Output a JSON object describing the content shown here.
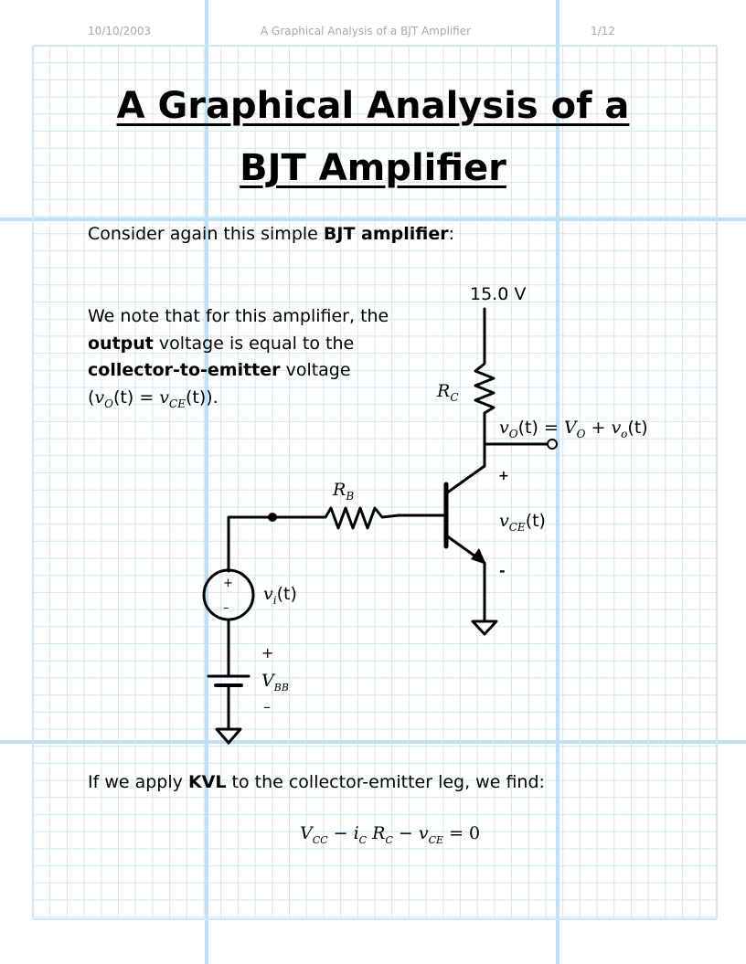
{
  "header": {
    "date": "10/10/2003",
    "doc_title": "A Graphical Analysis of a BJT Amplifier",
    "page": "1/12"
  },
  "title": {
    "line1": "A Graphical Analysis of a",
    "line2": "BJT Amplifier"
  },
  "intro": {
    "before": "Consider again this simple ",
    "bold": "BJT amplifier",
    "after": ":"
  },
  "note": {
    "line1": "We note that for this amplifier, the",
    "line2_bold": "output",
    "line2_rest": " voltage is equal to the",
    "line3_bold": "collector-to-emitter",
    "line3_rest": " voltage",
    "line4_open": "(",
    "line4_v": "v",
    "line4_vsub": "O",
    "line4_mid": "(t) = ",
    "line4_v2": "v",
    "line4_v2sub": "CE",
    "line4_close": "(t))."
  },
  "circuit": {
    "supply": "15.0 V",
    "rc": "R",
    "rc_sub": "C",
    "rb": "R",
    "rb_sub": "B",
    "vout_v": "v",
    "vout_sub": "O",
    "vout_eq": "(t) = ",
    "vout_V": "V",
    "vout_Vsub": "O",
    "vout_plus": " + ",
    "vout_v2": "v",
    "vout_v2sub": "o",
    "vout_t": "(t)",
    "vce_v": "v",
    "vce_sub": "CE",
    "vce_t": "(t)",
    "plus": "+",
    "minus": "-",
    "vi_v": "v",
    "vi_sub": "i",
    "vi_t": "(t)",
    "vbb_plus": "+",
    "vbb_V": "V",
    "vbb_sub": "BB",
    "vbb_minus": "–",
    "src_plus": "+",
    "src_minus": "–"
  },
  "kvl": {
    "before": "If we apply ",
    "bold": "KVL",
    "after": " to the collector-emitter leg, we find:"
  },
  "equation": {
    "vcc": "V",
    "vcc_sub": "CC",
    "minus1": " − ",
    "ic": "i",
    "ic_sub": "C",
    "rc": " R",
    "rc_sub": "C",
    "minus2": " − ",
    "vce": "v",
    "vce_sub": "CE",
    "eq": " = 0"
  }
}
